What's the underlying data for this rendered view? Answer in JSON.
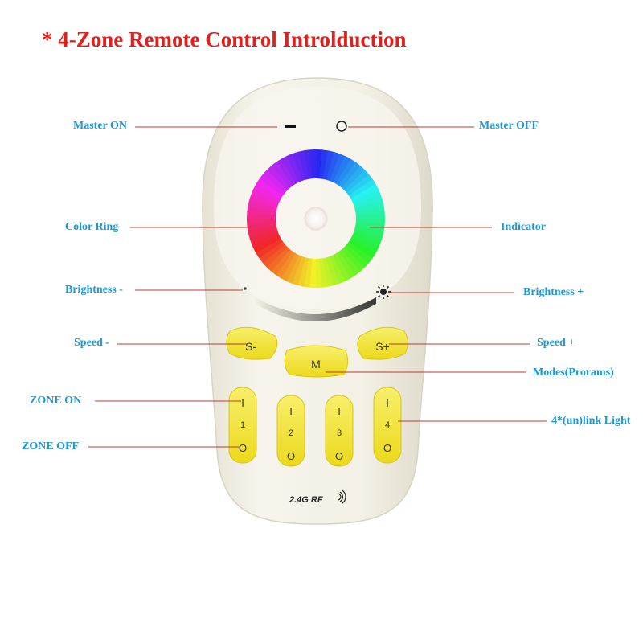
{
  "title": "* 4-Zone Remote Control Introlduction",
  "labels": {
    "master_on": "Master ON",
    "master_off": "Master OFF",
    "color_ring": "Color Ring",
    "indicator": "Indicator",
    "brightness_minus": "Brightness -",
    "brightness_plus": "Brightness +",
    "speed_minus": "Speed -",
    "speed_plus": "Speed +",
    "modes": "Modes(Prorams)",
    "zone_on": "ZONE ON",
    "zone_off": "ZONE OFF",
    "link_light": "4*(un)link Light"
  },
  "remote": {
    "key_speed_minus": "S-",
    "key_speed_plus": "S+",
    "key_mode": "M",
    "zones": [
      "1",
      "2",
      "3",
      "4"
    ],
    "on_symbol": "I",
    "off_symbol": "O",
    "rf_text": "2.4G RF"
  },
  "colors": {
    "title": "#e0201c",
    "label": "#1a9ad6",
    "leader_line": "#c0392b",
    "remote_body": "#f2efe3",
    "key_yellow": "#f3e63a"
  }
}
